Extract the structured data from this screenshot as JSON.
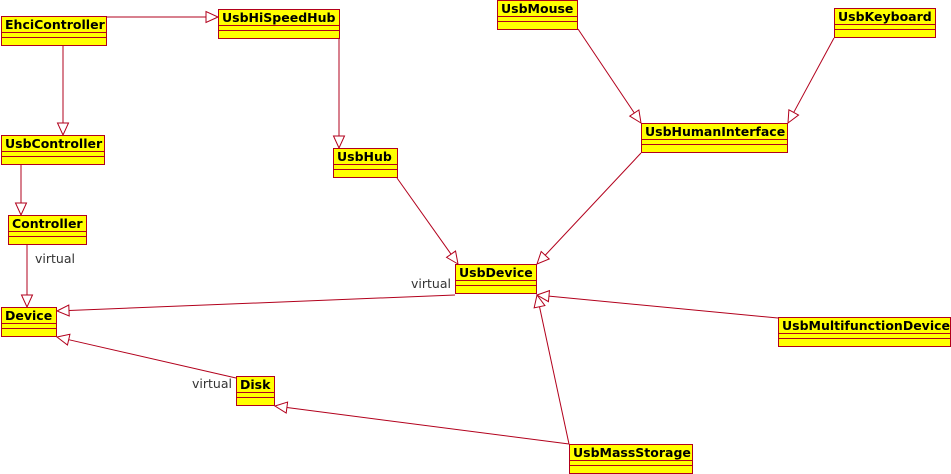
{
  "diagram": {
    "classes": {
      "ehci_controller": "EhciController",
      "usb_hi_speed_hub": "UsbHiSpeedHub",
      "usb_mouse": "UsbMouse",
      "usb_keyboard": "UsbKeyboard",
      "usb_controller": "UsbController",
      "usb_hub": "UsbHub",
      "usb_human_interface": "UsbHumanInterface",
      "controller": "Controller",
      "usb_device": "UsbDevice",
      "device": "Device",
      "usb_multifunction_device": "UsbMultifunctionDevice",
      "disk": "Disk",
      "usb_mass_storage": "UsbMassStorage"
    },
    "edge_labels": {
      "controller_device": "virtual",
      "usb_device_device": "virtual",
      "disk_device": "virtual"
    },
    "colors": {
      "class_fill": "#ffff00",
      "class_border": "#b2001c",
      "edge": "#b2001c",
      "label": "#333333"
    },
    "inheritance": [
      {
        "from": "EhciController",
        "to": "UsbHiSpeedHub"
      },
      {
        "from": "EhciController",
        "to": "UsbController"
      },
      {
        "from": "UsbController",
        "to": "Controller"
      },
      {
        "from": "Controller",
        "to": "Device"
      },
      {
        "from": "UsbHiSpeedHub",
        "to": "UsbHub"
      },
      {
        "from": "UsbHub",
        "to": "UsbDevice"
      },
      {
        "from": "UsbMouse",
        "to": "UsbHumanInterface"
      },
      {
        "from": "UsbKeyboard",
        "to": "UsbHumanInterface"
      },
      {
        "from": "UsbHumanInterface",
        "to": "UsbDevice"
      },
      {
        "from": "UsbDevice",
        "to": "Device"
      },
      {
        "from": "UsbMultifunctionDevice",
        "to": "UsbDevice"
      },
      {
        "from": "Disk",
        "to": "Device"
      },
      {
        "from": "UsbMassStorage",
        "to": "Disk"
      },
      {
        "from": "UsbMassStorage",
        "to": "UsbDevice"
      }
    ]
  }
}
